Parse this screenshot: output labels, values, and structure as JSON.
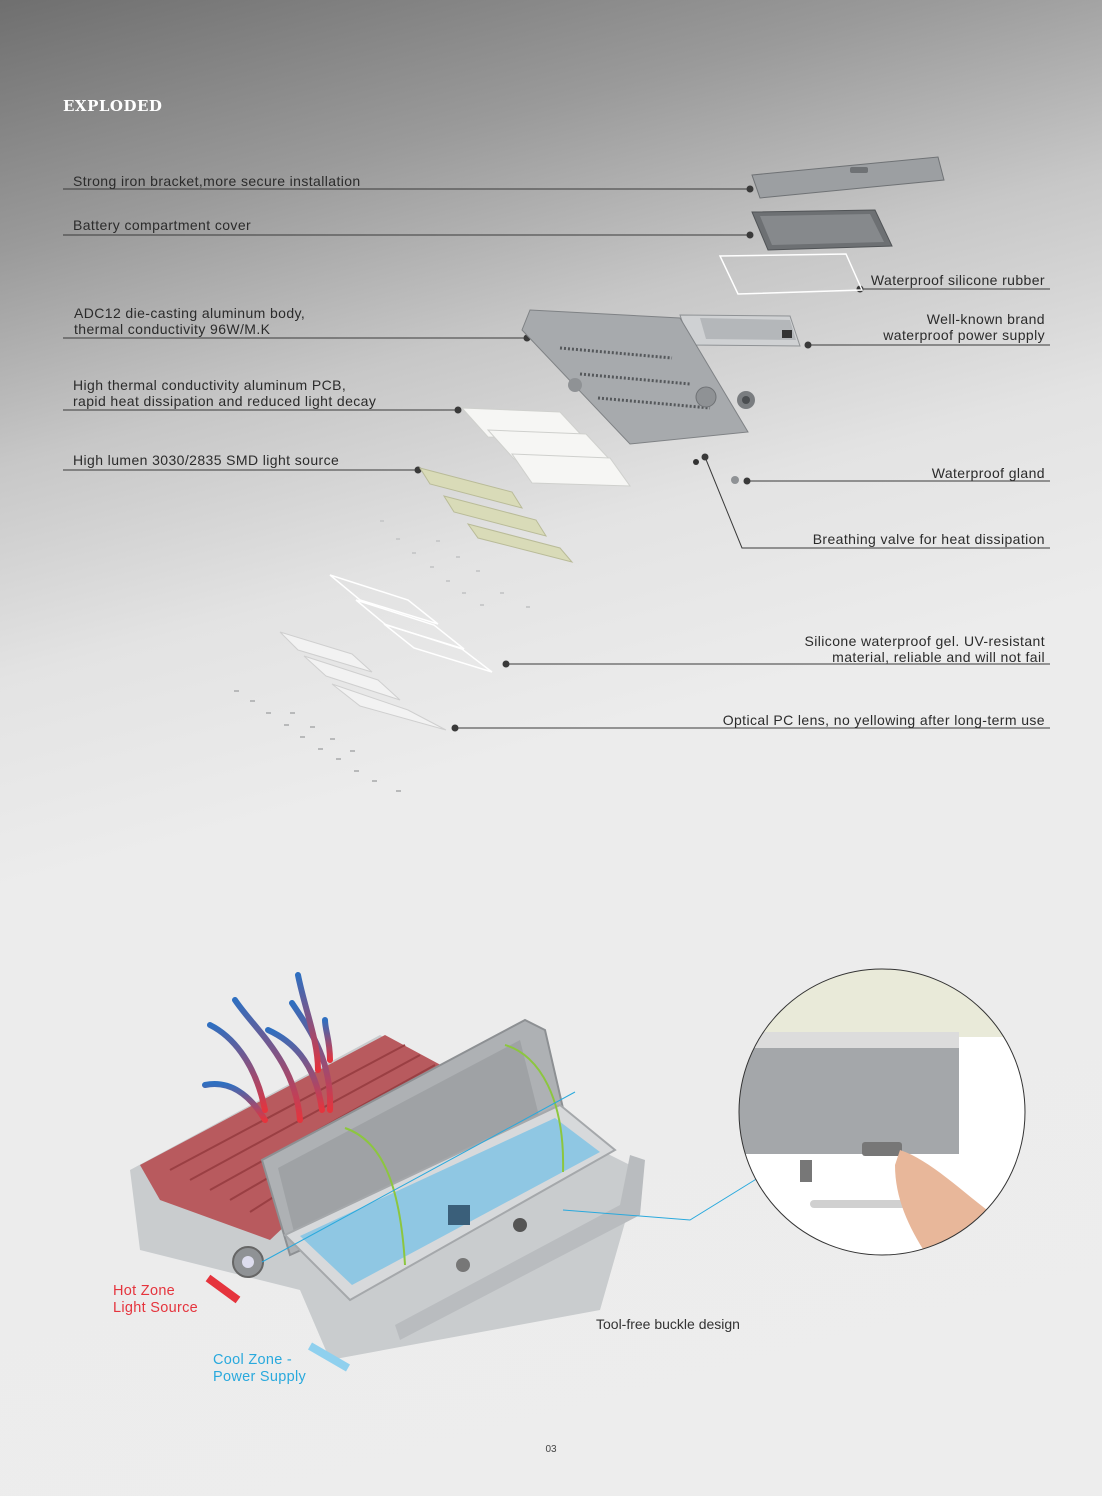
{
  "heading": "EXPLODED",
  "callouts_left": [
    {
      "id": "bracket",
      "lines": [
        "Strong iron bracket,more secure installation"
      ]
    },
    {
      "id": "cover",
      "lines": [
        "Battery compartment cover"
      ]
    },
    {
      "id": "body",
      "lines": [
        "ADC12 die-casting aluminum body,",
        "thermal conductivity 96W/M.K"
      ]
    },
    {
      "id": "pcb",
      "lines": [
        "High thermal conductivity aluminum PCB,",
        "rapid heat dissipation and reduced light decay"
      ]
    },
    {
      "id": "smd",
      "lines": [
        "High lumen 3030/2835 SMD light source"
      ]
    }
  ],
  "callouts_right": [
    {
      "id": "rubber",
      "lines": [
        "Waterproof silicone rubber"
      ]
    },
    {
      "id": "power",
      "lines": [
        "Well-known brand",
        "waterproof power supply"
      ]
    },
    {
      "id": "gland",
      "lines": [
        "Waterproof gland"
      ]
    },
    {
      "id": "valve",
      "lines": [
        "Breathing valve for heat dissipation"
      ]
    },
    {
      "id": "gel",
      "lines": [
        "Silicone waterproof gel. UV-resistant",
        "material, reliable and will not fail"
      ]
    },
    {
      "id": "lens",
      "lines": [
        "Optical PC lens, no yellowing after long-term use"
      ]
    }
  ],
  "zones": {
    "hot": [
      "Hot Zone",
      "Light Source"
    ],
    "cool": [
      "Cool Zone -",
      "Power Supply"
    ]
  },
  "caption": "Tool-free buckle design",
  "page_number": "03",
  "colors": {
    "hot": "#e5343d",
    "cool": "#29a9dd",
    "heatsink": "#b85a5e",
    "housing": "#c9ccce",
    "compartment": "#8fc7e3"
  }
}
